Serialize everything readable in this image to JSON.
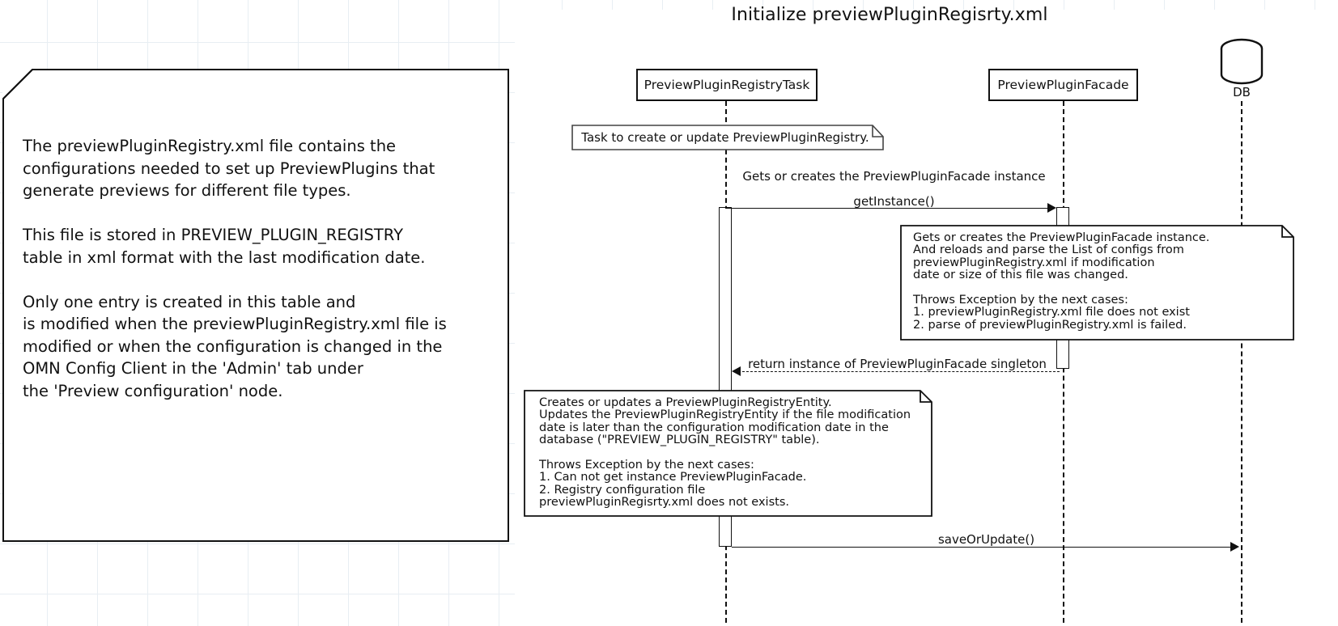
{
  "diagram": {
    "type": "uml-sequence-diagram",
    "title": "Initialize previewPluginRegisrty.xml",
    "background_color": "#ffffff",
    "line_color": "#111111",
    "grid_color": "#e8eef3"
  },
  "left_note": {
    "text": "The previewPluginRegistry.xml file contains the\nconfigurations needed to set up PreviewPlugins that\ngenerate previews for different file types.\n\nThis file is stored in PREVIEW_PLUGIN_REGISTRY\ntable in xml format with the last modification date.\n\nOnly one entry is created in this table and\nis modified when the previewPluginRegistry.xml file is\nmodified or when the configuration is changed in the\nOMN Config Client in the 'Admin' tab under\nthe 'Preview configuration' node."
  },
  "lifelines": [
    {
      "id": "task",
      "label": "PreviewPluginRegistryTask"
    },
    {
      "id": "facade",
      "label": "PreviewPluginFacade"
    },
    {
      "id": "db",
      "label": "DB",
      "shape": "database-cylinder"
    }
  ],
  "notes": [
    {
      "id": "note-task",
      "text": "Task to create or update PreviewPluginRegistry.",
      "attached_to": "task"
    },
    {
      "id": "note-facade",
      "text": "Gets or creates the PreviewPluginFacade instance.\nAnd reloads and parse the List of configs from\npreviewPluginRegistry.xml if modification\ndate or size of this file was changed.\n\nThrows Exception by the next cases:\n1. previewPluginRegistry.xml file does not exist\n2. parse of previewPluginRegistry.xml is failed.",
      "attached_to": "facade"
    },
    {
      "id": "note-registry-entity",
      "text": "Creates or updates a PreviewPluginRegistryEntity.\nUpdates the PreviewPluginRegistryEntity if the file modification\ndate is later than the configuration modification date in the\ndatabase (\"PREVIEW_PLUGIN_REGISTRY\" table).\n\nThrows Exception by the next cases:\n1. Can not get instance PreviewPluginFacade.\n2. Registry configuration file\npreviewPluginRegisrty.xml does not exists.",
      "attached_to": "task"
    }
  ],
  "messages": [
    {
      "id": "msg-getinstance",
      "caption": "Gets or creates the PreviewPluginFacade instance",
      "label": "getInstance()",
      "from": "task",
      "to": "facade",
      "style": "solid",
      "direction": "right"
    },
    {
      "id": "msg-return-instance",
      "label": "return instance of PreviewPluginFacade singleton",
      "from": "facade",
      "to": "task",
      "style": "dashed",
      "direction": "left"
    },
    {
      "id": "msg-saveorupdate",
      "label": "saveOrUpdate()",
      "from": "task",
      "to": "db",
      "style": "solid",
      "direction": "right"
    }
  ]
}
